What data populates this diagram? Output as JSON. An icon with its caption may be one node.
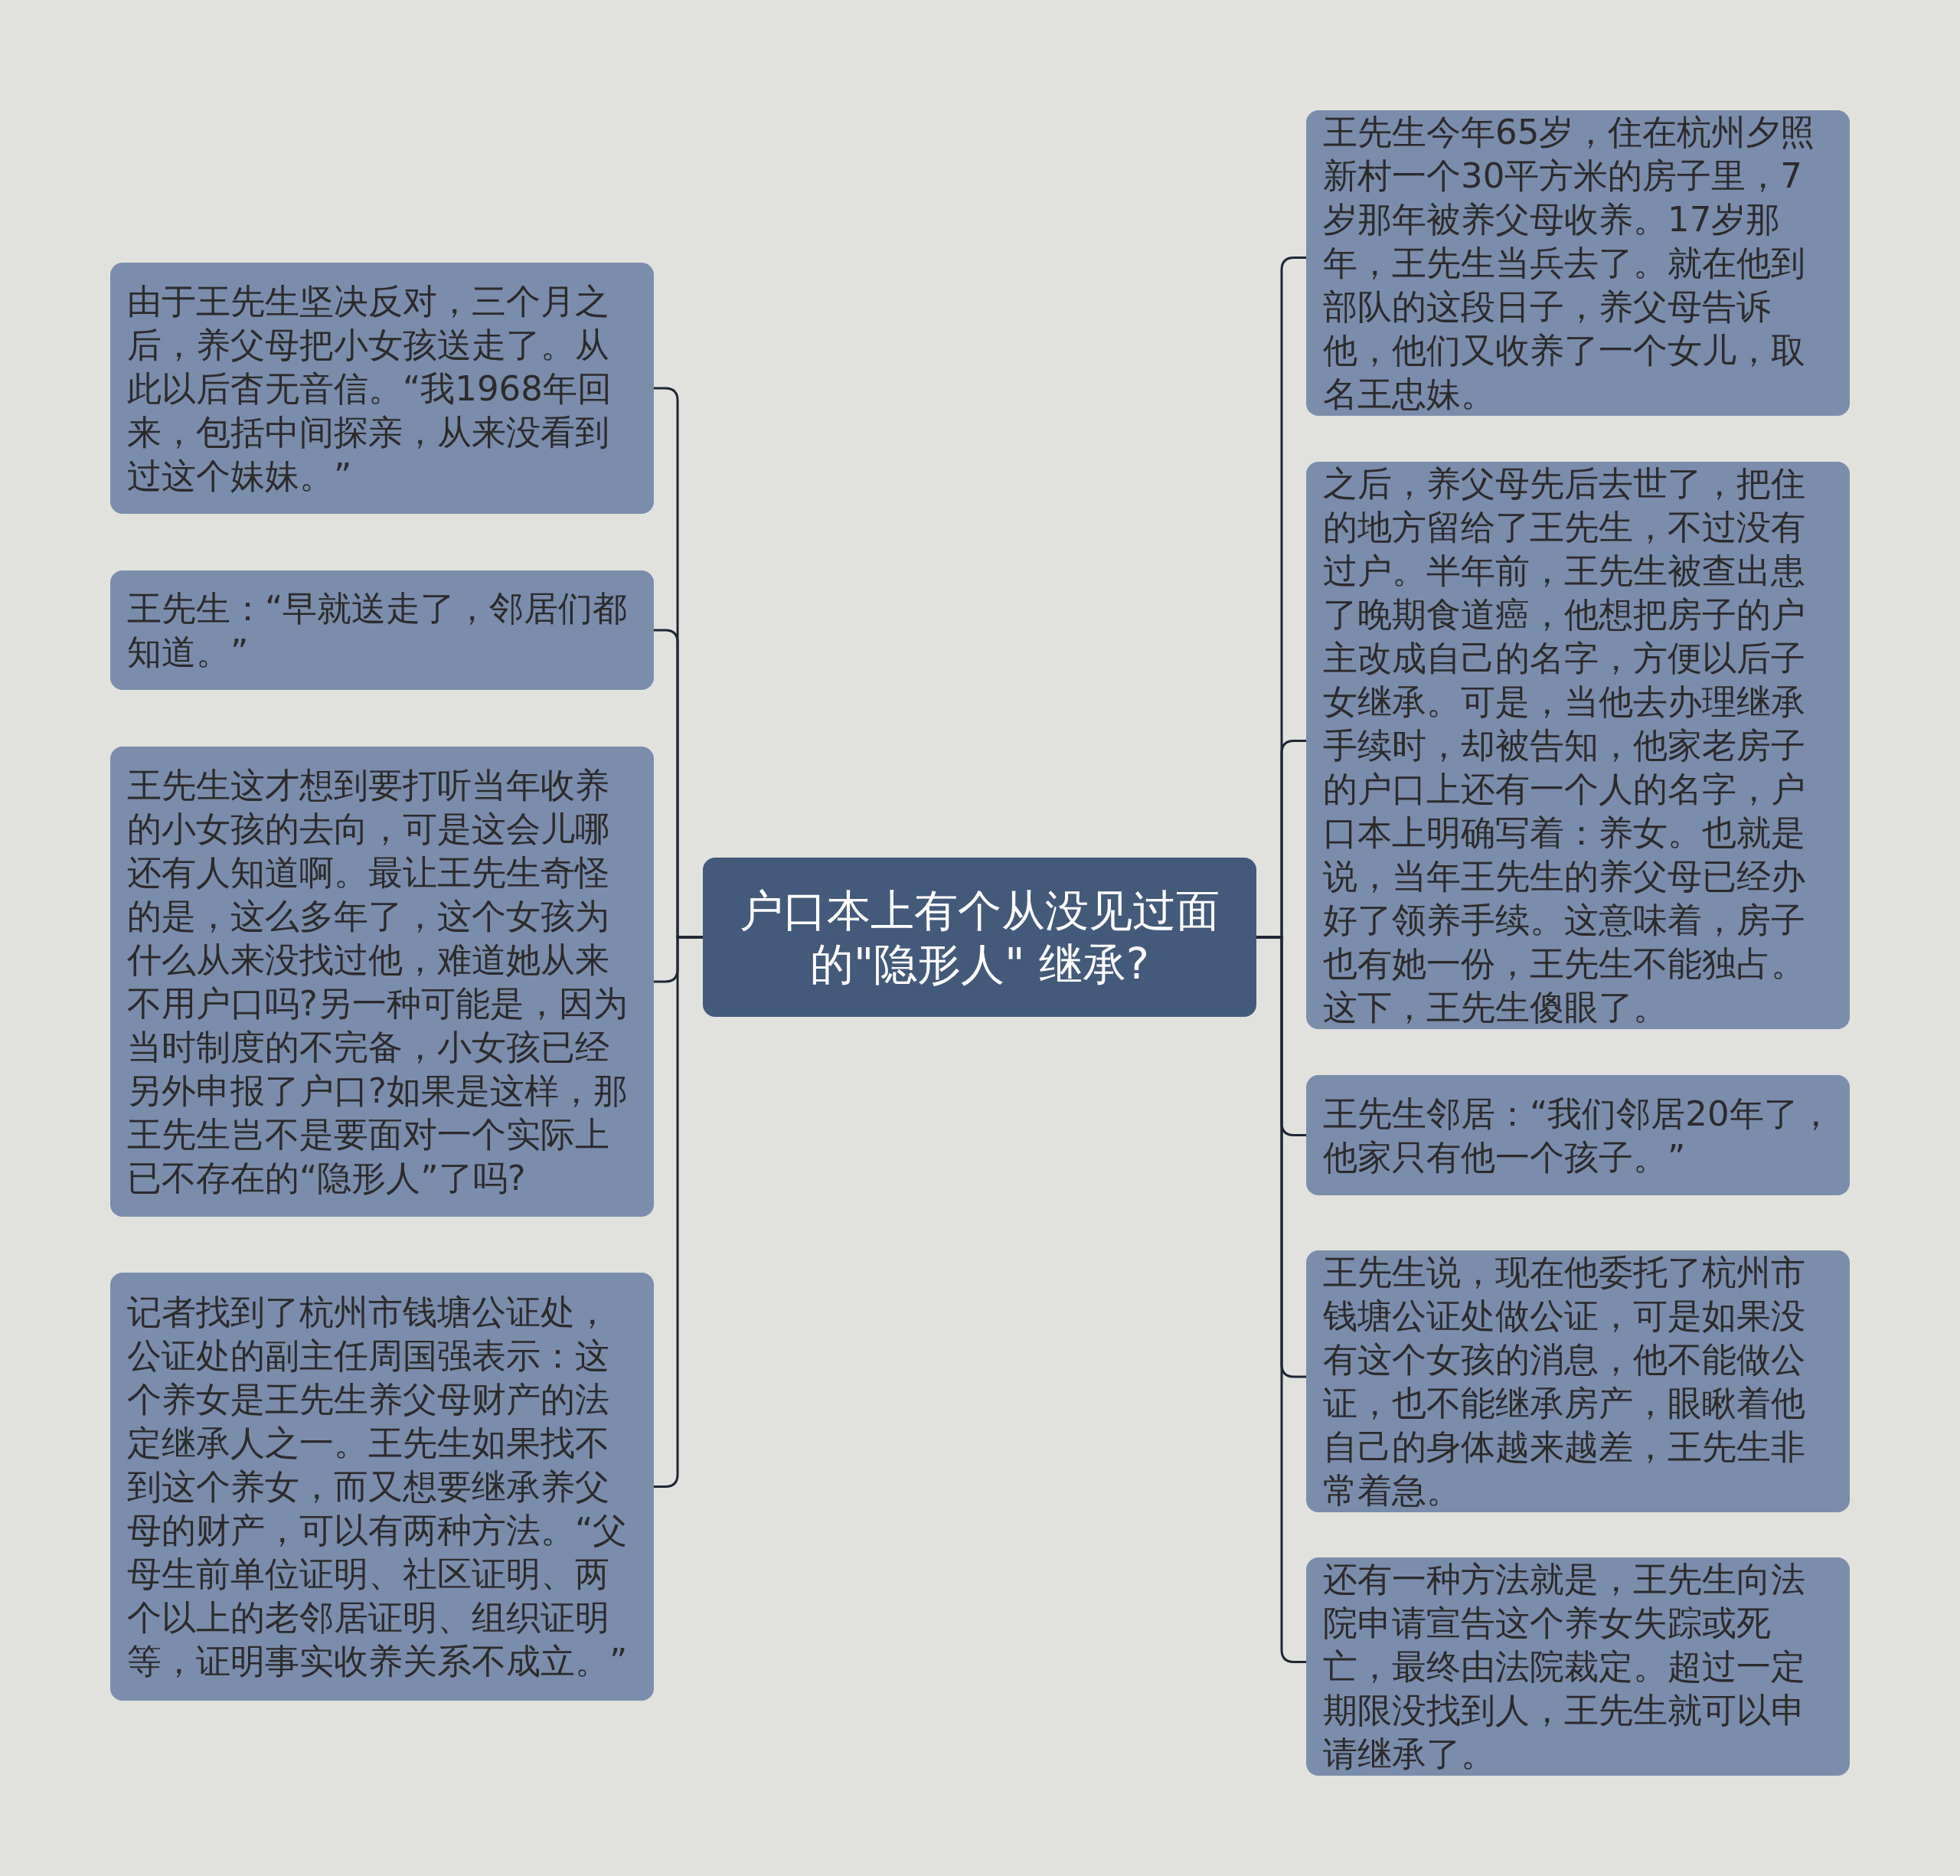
{
  "diagram": {
    "nodes": [
      {
        "text": [
          "户口本上有个从没见过面的\"隐形人\" 继承?"
        ]
      },
      {
        "text": [
          "由于王先生坚决反对，三个月之后，养父母把小女孩送走了。从此以后杳无音信。“我1968年回来，包括中间探亲，从来没看到过这个妹妹。”"
        ]
      },
      {
        "text": [
          "王先生：“早就送走了，邻居们都知道。”"
        ]
      },
      {
        "text": [
          "王先生这才想到要打听当年收养的小女孩的去向，可是这会儿哪还有人知道啊。最让王先生奇怪的是，这么多年了，这个女孩为什么从来没找过他，难道她从来不用户口吗?另一种可能是，因为当时制度的不完备，小女孩已经另外申报了户口?如果是这样，那王先生岂不是要面对一个实际上已不存在的“隐形人”了吗?"
        ]
      },
      {
        "text": [
          "记者找到了杭州市钱塘公证处，公证处的副主任周国强表示：这个养女是王先生养父母财产的法定继承人之一。王先生如果找不到这个养女，而又想要继承养父母的财产，可以有两种方法。“父母生前单位证明、社区证明、两个以上的老邻居证明、组织证明等，证明事实收养关系不成立。”"
        ]
      },
      {
        "text": [
          "王先生今年65岁，住在杭州夕照新村一个30平方米的房子里，7岁那年被养父母收养。17岁那年，王先生当兵去了。就在他到部队的这段日子，养父母告诉他，他们又收养了一个女儿，取名王忠妹。"
        ]
      },
      {
        "text": [
          "之后，养父母先后去世了，把住的地方留给了王先生，不过没有过户。半年前，王先生被查出患了晚期食道癌，他想把房子的户主改成自己的名字，方便以后子女继承。可是，当他去办理继承手续时，却被告知，他家老房子的户口上还有一个人的名字，户口本上明确写着：养女。也就是说，当年王先生的养父母已经办好了领养手续。这意味着，房子也有她一份，王先生不能独占。这下，王先生傻眼了。"
        ]
      },
      {
        "text": [
          "王先生邻居：“我们邻居20年了，他家只有他一个孩子。”"
        ]
      },
      {
        "text": [
          "王先生说，现在他委托了杭州市钱塘公证处做公证，可是如果没有这个女孩的消息，他不能做公证，也不能继承房产，眼瞅着他自己的身体越来越差，王先生非常着急。"
        ]
      },
      {
        "text": [
          "还有一种方法就是，王先生向法院申请宣告这个养女失踪或死亡，最终由法院裁定。超过一定期限没找到人，王先生就可以申请继承了。"
        ]
      }
    ],
    "edges": [
      {
        "from": 0,
        "to": 1,
        "arrow": "none"
      },
      {
        "from": 0,
        "to": 2,
        "arrow": "none"
      },
      {
        "from": 0,
        "to": 3,
        "arrow": "none"
      },
      {
        "from": 0,
        "to": 4,
        "arrow": "none"
      },
      {
        "from": 0,
        "to": 5,
        "arrow": "none"
      },
      {
        "from": 0,
        "to": 6,
        "arrow": "none"
      },
      {
        "from": 0,
        "to": 7,
        "arrow": "none"
      },
      {
        "from": 0,
        "to": 8,
        "arrow": "none"
      },
      {
        "from": 0,
        "to": 9,
        "arrow": "none"
      }
    ]
  }
}
